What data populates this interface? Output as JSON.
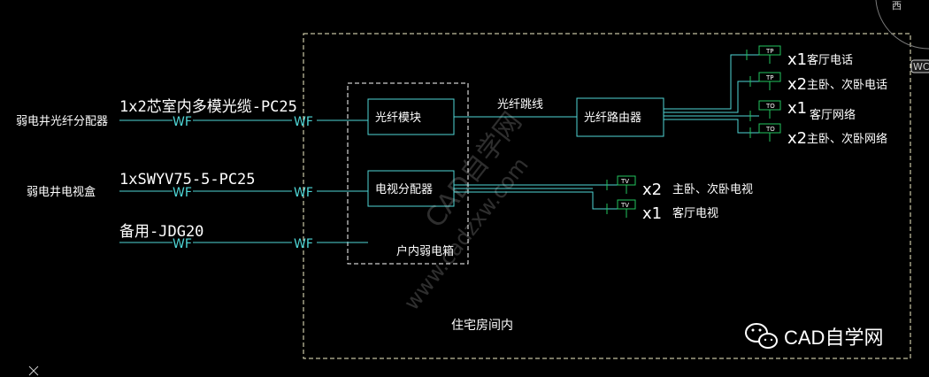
{
  "colors": {
    "background": "#000000",
    "line_cyan": "#4fd6d6",
    "line_green": "#22c55e",
    "text_white": "#ffffff",
    "dashed_yellow": "#f5f1c8",
    "dashed_white": "#ffffff"
  },
  "left_sources": [
    {
      "label": "弱电井光纤分配器",
      "cable": "1x2芯室内多模光缆-PC25",
      "wf1": "WF",
      "wf2": "WF"
    },
    {
      "label": "弱电井电视盒",
      "cable": "1xSWYV75-5-PC25",
      "wf1": "WF",
      "wf2": "WF"
    },
    {
      "label": "",
      "cable": "备用-JDG20",
      "wf1": "WF",
      "wf2": "WF"
    }
  ],
  "box": {
    "label": "户内弱电箱",
    "fiber_module": "光纤模块",
    "tv_splitter": "电视分配器"
  },
  "patch_label": "光纤跳线",
  "router_label": "光纤路由器",
  "residence_label": "住宅房间内",
  "outputs_router": [
    {
      "tag": "TP",
      "qty": "x1",
      "desc": "客厅电话"
    },
    {
      "tag": "TP",
      "qty": "x2",
      "desc": "主卧、次卧电话"
    },
    {
      "tag": "TO",
      "qty": "x1",
      "desc": "客厅网络"
    },
    {
      "tag": "TO",
      "qty": "x2",
      "desc": "主卧、次卧网络"
    }
  ],
  "outputs_tv": [
    {
      "tag": "TV",
      "qty": "x2",
      "desc": "主卧、次卧电视"
    },
    {
      "tag": "TV",
      "qty": "x1",
      "desc": "客厅电视"
    }
  ],
  "compass": {
    "west": "西",
    "wcs": "WCS"
  },
  "watermark": {
    "site": "CAD自学网",
    "url": "www.cadzxw.com"
  },
  "logo": {
    "text": "CAD自学网"
  }
}
